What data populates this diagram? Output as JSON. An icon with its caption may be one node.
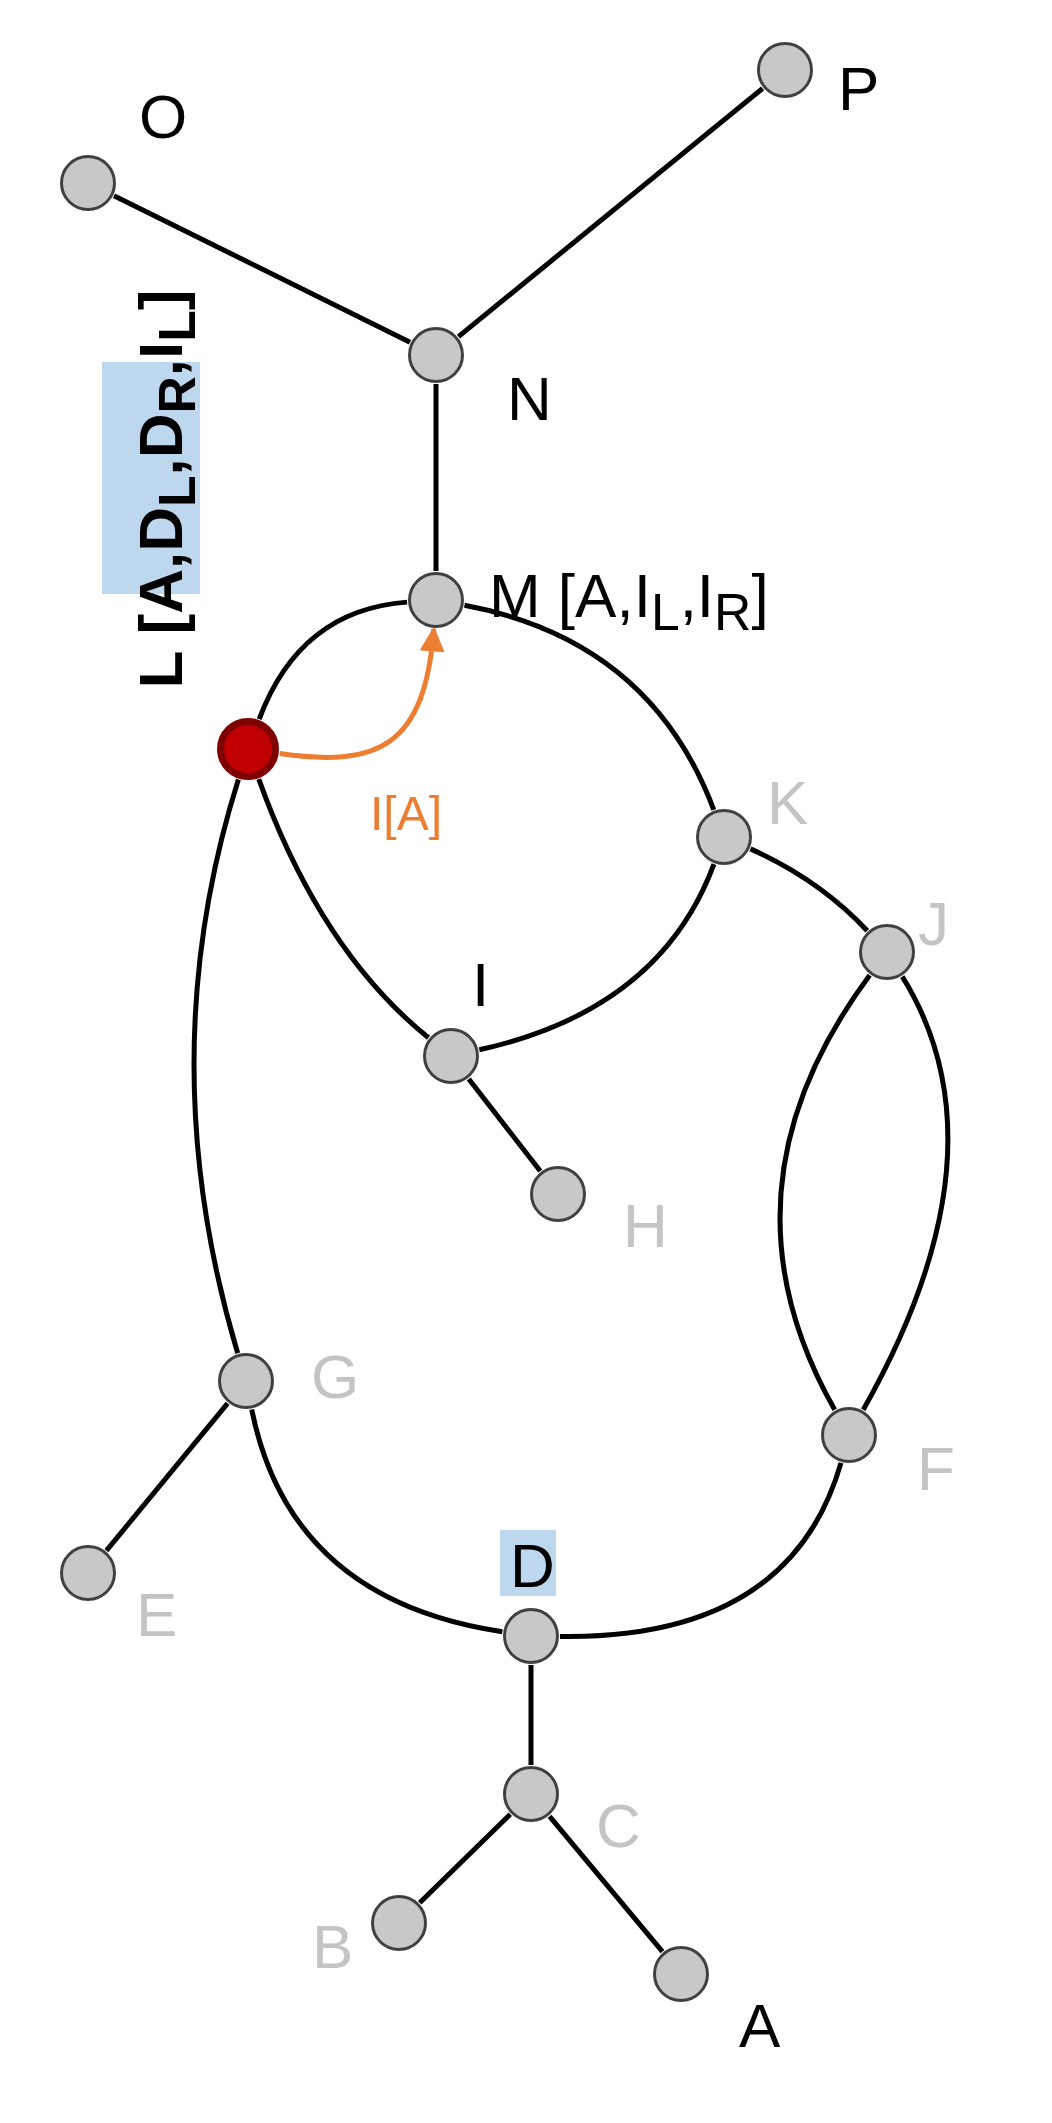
{
  "diagram": {
    "nodes": [
      {
        "text": [],
        "shape": "circle",
        "beside": [
          "O"
        ]
      },
      {
        "text": [],
        "shape": "circle",
        "beside": [
          "P"
        ]
      },
      {
        "text": [],
        "shape": "circle",
        "beside": [
          "N"
        ]
      },
      {
        "text": [],
        "shape": "circle",
        "beside": [
          "M [A,I$_{L}$,I$_{R}$]"
        ]
      },
      {
        "text": [],
        "shape": "circle",
        "beside": [
          "L [A,D$_{L}$,D$_{R}$,I$_{L}$]"
        ]
      },
      {
        "text": [],
        "shape": "circle",
        "beside": [
          "K"
        ]
      },
      {
        "text": [],
        "shape": "circle",
        "beside": [
          "J"
        ]
      },
      {
        "text": [],
        "shape": "circle",
        "beside": [
          "I"
        ]
      },
      {
        "text": [],
        "shape": "circle",
        "beside": [
          "H"
        ]
      },
      {
        "text": [],
        "shape": "circle",
        "beside": [
          "G"
        ]
      },
      {
        "text": [],
        "shape": "circle",
        "beside": [
          "F"
        ]
      },
      {
        "text": [],
        "shape": "circle",
        "beside": [
          "E"
        ]
      },
      {
        "text": [],
        "shape": "circle",
        "beside": [
          "D"
        ]
      },
      {
        "text": [],
        "shape": "circle",
        "beside": [
          "C"
        ]
      },
      {
        "text": [],
        "shape": "circle",
        "beside": [
          "B"
        ]
      },
      {
        "text": [],
        "shape": "circle",
        "beside": [
          "A"
        ]
      }
    ],
    "edges": [
      {
        "from": 0,
        "to": 2,
        "arrow": "none"
      },
      {
        "from": 1,
        "to": 2,
        "arrow": "none"
      },
      {
        "from": 2,
        "to": 3,
        "arrow": "none"
      },
      {
        "from": 3,
        "to": 4,
        "arrow": "none"
      },
      {
        "from": 3,
        "to": 5,
        "arrow": "none"
      },
      {
        "from": 4,
        "to": 7,
        "arrow": "none"
      },
      {
        "from": 5,
        "to": 7,
        "arrow": "none"
      },
      {
        "from": 5,
        "to": 6,
        "arrow": "none"
      },
      {
        "from": 6,
        "to": 10,
        "arrow": "none"
      },
      {
        "from": 6,
        "to": 10,
        "arrow": "none"
      },
      {
        "from": 7,
        "to": 8,
        "arrow": "none"
      },
      {
        "from": 4,
        "to": 9,
        "arrow": "none"
      },
      {
        "from": 9,
        "to": 11,
        "arrow": "none"
      },
      {
        "from": 9,
        "to": 12,
        "arrow": "none"
      },
      {
        "from": 10,
        "to": 12,
        "arrow": "none"
      },
      {
        "from": 12,
        "to": 13,
        "arrow": "none"
      },
      {
        "from": 13,
        "to": 14,
        "arrow": "none"
      },
      {
        "from": 13,
        "to": 15,
        "arrow": "none"
      },
      {
        "from": 4,
        "to": 3,
        "arrow": "to",
        "label": "I[A]",
        "color": "#ed7d31"
      }
    ]
  }
}
